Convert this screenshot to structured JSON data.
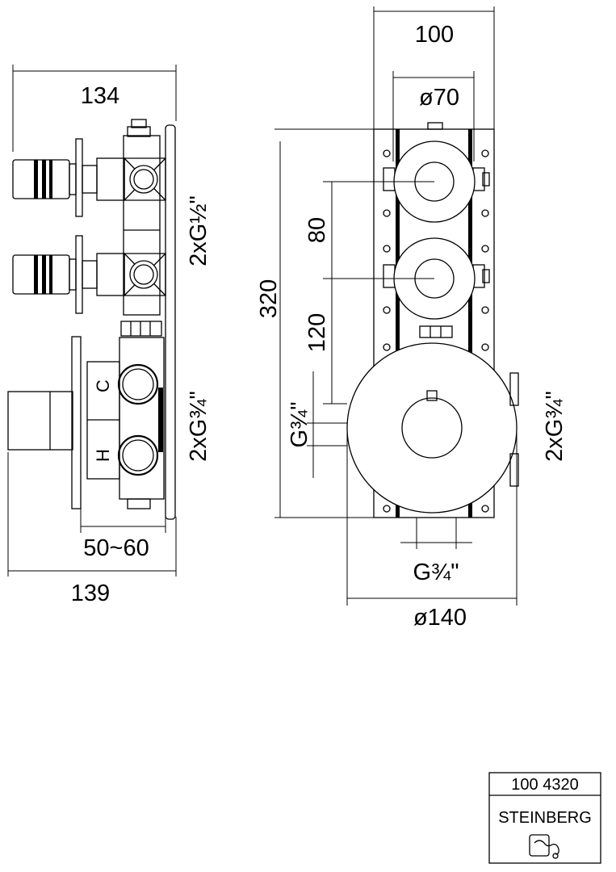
{
  "side_view": {
    "dim_depth_top": "134",
    "dim_depth_bottom": "139",
    "dim_wall_range": "50~60",
    "thread_upper": "2xG½\"",
    "thread_lower": "2xG¾\"",
    "label_cold": "C",
    "label_hot": "H"
  },
  "front_view": {
    "dim_width": "100",
    "dim_handle_diameter": "ø70",
    "dim_height": "320",
    "dim_spacing_80": "80",
    "dim_spacing_120": "120",
    "thread_side": "G¾\"",
    "thread_right": "2xG¾\"",
    "thread_bottom": "G¾\"",
    "dim_plate_diameter": "ø140"
  },
  "title_block": {
    "article_number": "100 4320",
    "brand": "STEINBERG"
  }
}
